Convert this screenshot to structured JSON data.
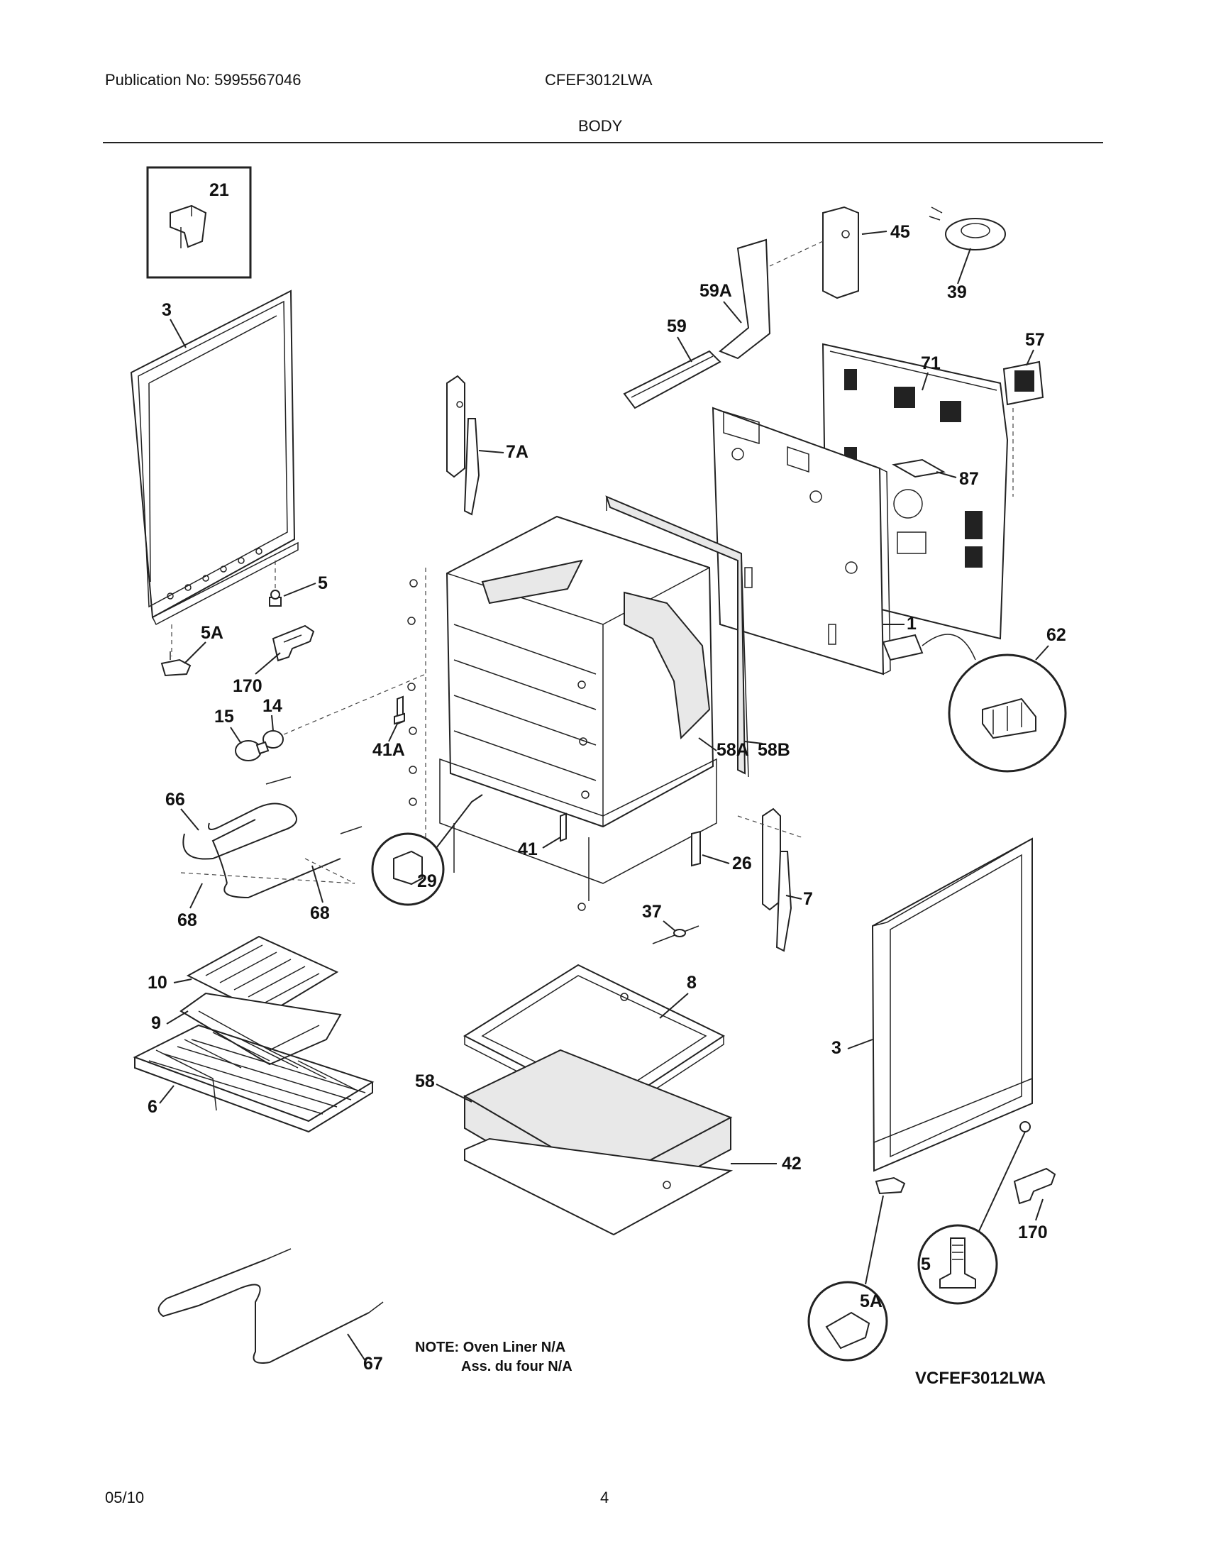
{
  "header": {
    "publication": "Publication No: 5995567046",
    "model": "CFEF3012LWA",
    "section": "BODY"
  },
  "footer": {
    "date": "05/10",
    "page": "4"
  },
  "note": {
    "line1": "NOTE: Oven Liner N/A",
    "line2": "Ass. du four N/A"
  },
  "diagram_code": "VCFEF3012LWA",
  "callouts": {
    "c21": "21",
    "c3a": "3",
    "c3b": "3",
    "c5": "5",
    "c5a": "5A",
    "c170a": "170",
    "c170b": "170",
    "c14": "14",
    "c15": "15",
    "c7a": "7A",
    "c59": "59",
    "c59a": "59A",
    "c45": "45",
    "c39": "39",
    "c57": "57",
    "c71": "71",
    "c87": "87",
    "c1": "1",
    "c62": "62",
    "c41a": "41A",
    "c58a": "58A",
    "c58b": "58B",
    "c66": "66",
    "c68a": "68",
    "c68b": "68",
    "c29": "29",
    "c41": "41",
    "c26": "26",
    "c7": "7",
    "c37": "37",
    "c10": "10",
    "c9": "9",
    "c6": "6",
    "c8": "8",
    "c58": "58",
    "c42": "42",
    "c67": "67",
    "c5b": "5",
    "c5ab": "5A"
  }
}
